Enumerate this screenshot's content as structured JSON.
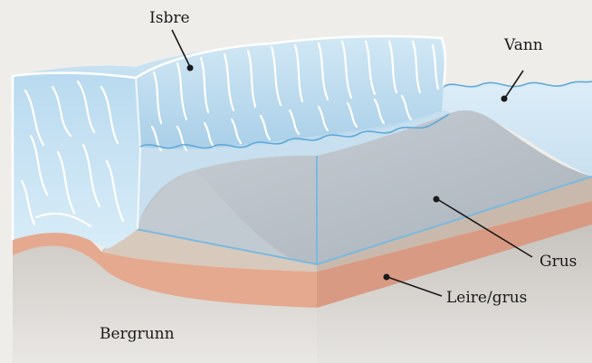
{
  "labels": {
    "glacier": "Isbre",
    "water": "Vann",
    "gravel": "Grus",
    "clay_gravel": "Leire/grus",
    "bedrock": "Bergrunn"
  },
  "colors": {
    "background": "#efedea",
    "bedrock": "#ccc8c3",
    "clay_layer": "#e5a990",
    "gravel_layer": "#d6c7bb",
    "gravel_block": "#b9c0c7",
    "ice": "#c6e0f0",
    "water": "#d6e9f6",
    "ice_edge": "#7ab9df"
  }
}
